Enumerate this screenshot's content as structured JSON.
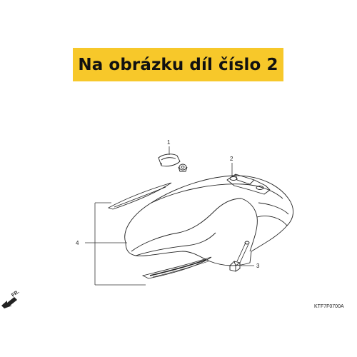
{
  "banner": {
    "text": "Na obrázku díl číslo 2",
    "color": "#f7c82a"
  },
  "diagram": {
    "callouts": [
      "1",
      "2",
      "3",
      "4"
    ],
    "direction_label": "FR.",
    "direction_icon": "front-arrow-icon",
    "diagram_code": "KTF7F0700A"
  }
}
